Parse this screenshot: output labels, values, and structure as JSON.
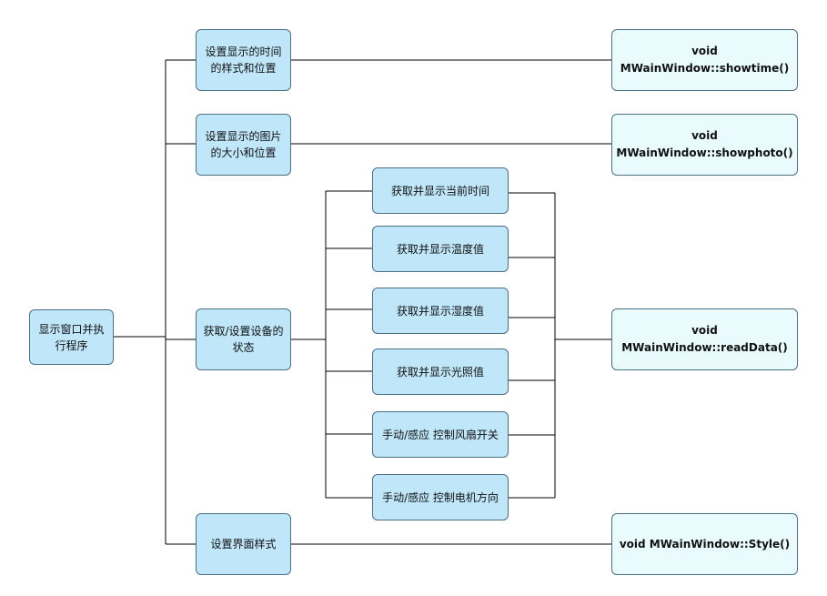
{
  "colors": {
    "node_fill": "#bfe6f9",
    "function_fill": "#e9fbfd",
    "border": "#4a6f86",
    "connector": "#000000"
  },
  "root": {
    "label": "显示窗口并执行程序"
  },
  "branches": [
    {
      "label": "设置显示的时间的样式和位置"
    },
    {
      "label": "设置显示的图片的大小和位置"
    },
    {
      "label": "获取/设置设备的状态"
    },
    {
      "label": "设置界面样式"
    }
  ],
  "sub_tasks": [
    {
      "label": "获取并显示当前时间"
    },
    {
      "label": "获取并显示温度值"
    },
    {
      "label": "获取并显示湿度值"
    },
    {
      "label": "获取并显示光照值"
    },
    {
      "label": "手动/感应 控制风扇开关"
    },
    {
      "label": "手动/感应 控制电机方向"
    }
  ],
  "functions": [
    {
      "label": "void MWainWindow::showtime()"
    },
    {
      "label": "void MWainWindow::showphoto()"
    },
    {
      "label": "void MWainWindow::readData()"
    },
    {
      "label": "void MWainWindow::Style()"
    }
  ]
}
